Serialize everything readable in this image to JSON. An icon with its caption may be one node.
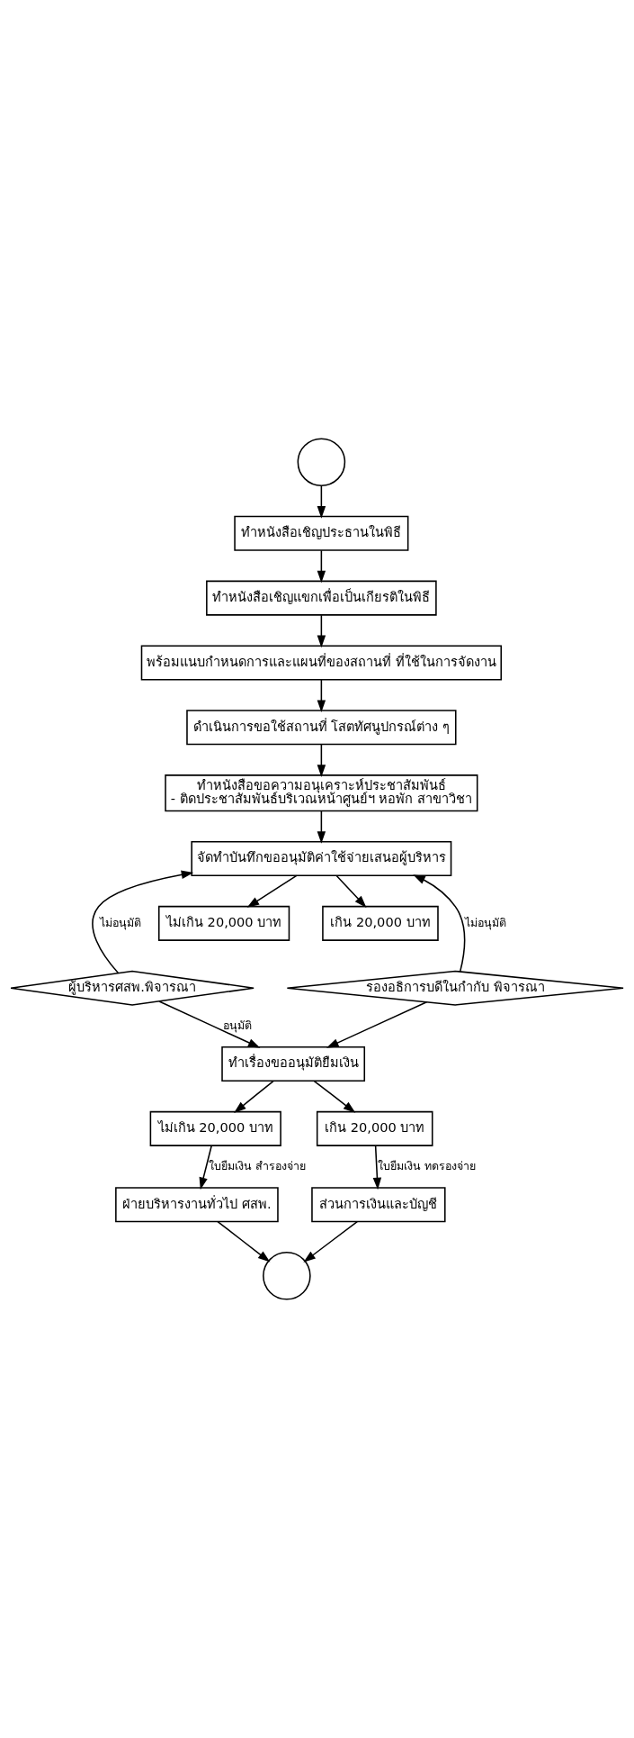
{
  "diagram": {
    "nodes": [
      {
        "text": [],
        "shape": "circle"
      },
      {
        "text": [
          "ทำหนังสือเชิญประธานในพิธี"
        ]
      },
      {
        "text": [
          "ทำหนังสือเชิญแขกเพื่อเป็นเกียรติในพิธี"
        ]
      },
      {
        "text": [
          "พร้อมแนบกำหนดการและแผนที่ของสถานที่ ที่ใช้ในการจัดงาน"
        ]
      },
      {
        "text": [
          "ดำเนินการขอใช้สถานที่ โสตทัศนูปกรณ์ต่าง ๆ"
        ]
      },
      {
        "text": [
          "ทำหนังสือขอความอนุเคราะห์ประชาสัมพันธ์",
          "- ติดประชาสัมพันธ์บริเวณหน้าศูนย์ฯ หอพัก สาขาวิชา"
        ]
      },
      {
        "text": [
          "จัดทำบันทึกขออนุมัติค่าใช้จ่ายเสนอผู้บริหาร"
        ]
      },
      {
        "text": [
          "ไม่เกิน 20,000 บาท"
        ]
      },
      {
        "text": [
          "เกิน 20,000 บาท"
        ]
      },
      {
        "text": [
          "ผู้บริหารศสพ.พิจารณา"
        ]
      },
      {
        "text": [
          "รองอธิการบดีในกำกับ พิจารณา"
        ]
      },
      {
        "text": [
          "ทำเรื่องขออนุมัติยืมเงิน"
        ]
      },
      {
        "text": [
          "ไม่เกิน 20,000 บาท"
        ]
      },
      {
        "text": [
          "เกิน 20,000 บาท"
        ]
      },
      {
        "text": [
          "ฝ่ายบริหารงานทั่วไป ศสพ."
        ]
      },
      {
        "text": [
          "ส่วนการเงินและบัญชี"
        ]
      },
      {
        "text": [],
        "shape": "circle"
      }
    ],
    "edges": [
      {
        "from": 0,
        "to": 1,
        "arrow": "to"
      },
      {
        "from": 1,
        "to": 2,
        "arrow": "to"
      },
      {
        "from": 2,
        "to": 3,
        "arrow": "to"
      },
      {
        "from": 3,
        "to": 4,
        "arrow": "to"
      },
      {
        "from": 4,
        "to": 5,
        "arrow": "to"
      },
      {
        "from": 5,
        "to": 6,
        "arrow": "to"
      },
      {
        "from": 6,
        "to": 7,
        "arrow": "to"
      },
      {
        "from": 6,
        "to": 8,
        "arrow": "to"
      },
      {
        "from": 9,
        "to": 6,
        "arrow": "to",
        "label": "ไม่อนุมัติ"
      },
      {
        "from": 10,
        "to": 6,
        "arrow": "to",
        "label": "ไม่อนุมัติ"
      },
      {
        "from": 9,
        "to": 11,
        "arrow": "to",
        "label": "อนุมัติ"
      },
      {
        "from": 10,
        "to": 11,
        "arrow": "to"
      },
      {
        "from": 11,
        "to": 12,
        "arrow": "to"
      },
      {
        "from": 11,
        "to": 13,
        "arrow": "to"
      },
      {
        "from": 12,
        "to": 14,
        "arrow": "to",
        "label": "ใบยืมเงิน สำรองจ่าย"
      },
      {
        "from": 13,
        "to": 15,
        "arrow": "to",
        "label": "ใบยืมเงิน ทดรองจ่าย"
      },
      {
        "from": 14,
        "to": 16,
        "arrow": "to"
      },
      {
        "from": 15,
        "to": 16,
        "arrow": "to"
      }
    ]
  }
}
